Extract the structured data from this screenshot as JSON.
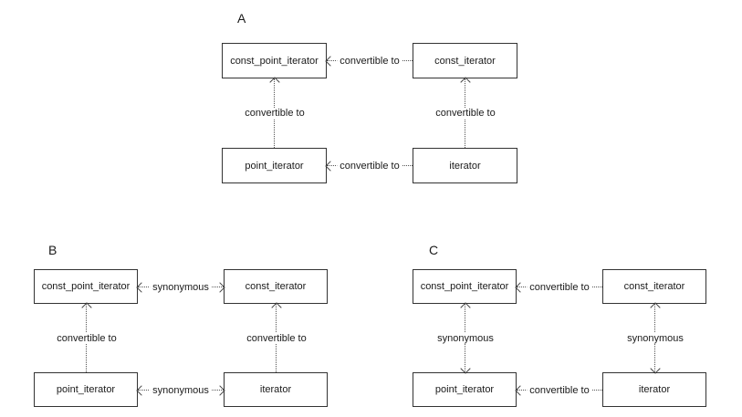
{
  "page": {
    "background": "#ffffff",
    "box_border_color": "#333333",
    "dotted_line_color": "#555555",
    "text_color": "#1a1a1a"
  },
  "diagrams": [
    {
      "label": "A",
      "nodes": {
        "top_left": "const_point_iterator",
        "top_right": "const_iterator",
        "bottom_left": "point_iterator",
        "bottom_right": "iterator"
      },
      "edges": {
        "top_horizontal": {
          "label": "convertible to",
          "direction": "left"
        },
        "bottom_horizontal": {
          "label": "convertible to",
          "direction": "left"
        },
        "left_vertical": {
          "label": "convertible to",
          "direction": "up"
        },
        "right_vertical": {
          "label": "convertible to",
          "direction": "up"
        }
      }
    },
    {
      "label": "B",
      "nodes": {
        "top_left": "const_point_iterator",
        "top_right": "const_iterator",
        "bottom_left": "point_iterator",
        "bottom_right": "iterator"
      },
      "edges": {
        "top_horizontal": {
          "label": "synonymous",
          "direction": "both"
        },
        "bottom_horizontal": {
          "label": "synonymous",
          "direction": "both"
        },
        "left_vertical": {
          "label": "convertible to",
          "direction": "up"
        },
        "right_vertical": {
          "label": "convertible to",
          "direction": "up"
        }
      }
    },
    {
      "label": "C",
      "nodes": {
        "top_left": "const_point_iterator",
        "top_right": "const_iterator",
        "bottom_left": "point_iterator",
        "bottom_right": "iterator"
      },
      "edges": {
        "top_horizontal": {
          "label": "convertible to",
          "direction": "left"
        },
        "bottom_horizontal": {
          "label": "convertible to",
          "direction": "left"
        },
        "left_vertical": {
          "label": "synonymous",
          "direction": "both"
        },
        "right_vertical": {
          "label": "synonymous",
          "direction": "both"
        }
      }
    }
  ]
}
